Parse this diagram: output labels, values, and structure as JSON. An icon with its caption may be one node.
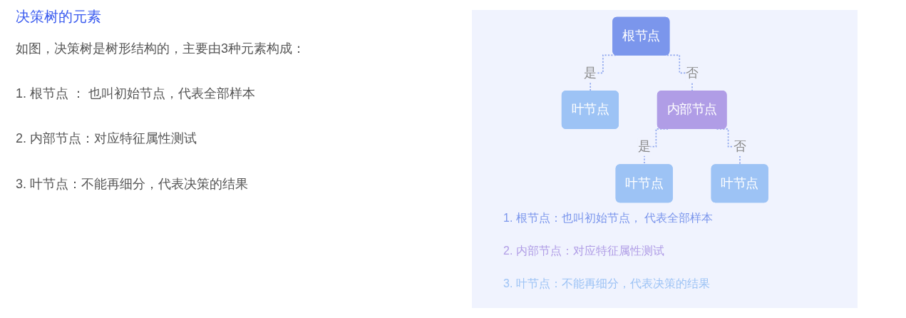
{
  "diagram": {
    "title": "决策树的元素",
    "nodes": [
      {
        "text": [
          "根节点"
        ]
      },
      {
        "text": [
          "叶节点"
        ]
      },
      {
        "text": [
          "内部节点"
        ]
      },
      {
        "text": [
          "叶节点"
        ]
      },
      {
        "text": [
          "叶节点"
        ]
      }
    ],
    "edges": [
      {
        "from": 0,
        "to": 1,
        "arrow": "none",
        "label": "是",
        "style": "dashed"
      },
      {
        "from": 0,
        "to": 2,
        "arrow": "none",
        "label": "否",
        "style": "dashed"
      },
      {
        "from": 2,
        "to": 3,
        "arrow": "none",
        "label": "是",
        "style": "dashed"
      },
      {
        "from": 2,
        "to": 4,
        "arrow": "none",
        "label": "否",
        "style": "dashed"
      }
    ],
    "labels": [
      "如图，决策树是树形结构的，主要由3种元素构成：",
      "1. 根节点 ： 也叫初始节点，代表全部样本",
      "2. 内部节点：对应特征属性测试",
      "3. 叶节点：不能再细分，代表决策的结果",
      "1. 根节点：也叫初始节点， 代表全部样本",
      "2. 内部节点：对应特征属性测试",
      "3. 叶节点：不能再细分，代表决策的结果"
    ]
  }
}
